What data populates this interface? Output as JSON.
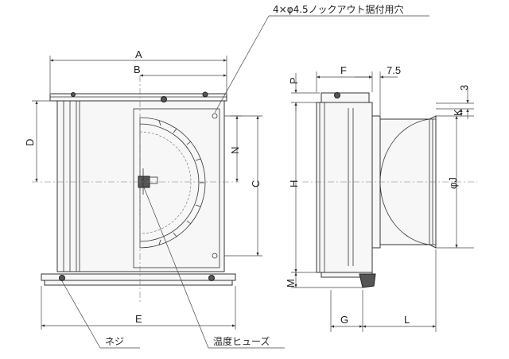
{
  "notes": {
    "knockout": "4×φ4.5ノックアウト据付用穴",
    "screw": "ネジ",
    "fuse": "温度ヒューズ"
  },
  "dims": {
    "A": "A",
    "B": "B",
    "C": "C",
    "D": "D",
    "E": "E",
    "F": "F",
    "G": "G",
    "H": "H",
    "J": "φJ",
    "K": "K",
    "L": "L",
    "M": "M",
    "N": "N",
    "P": "P",
    "v75": "7.5",
    "v3": "3"
  }
}
